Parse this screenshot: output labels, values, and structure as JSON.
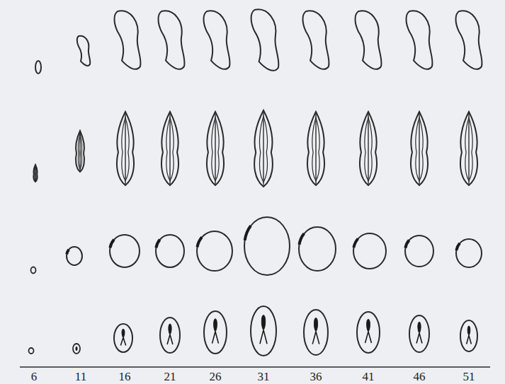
{
  "diagram": {
    "labels": [
      "6",
      "11",
      "16",
      "21",
      "26",
      "31",
      "36",
      "41",
      "46",
      "51"
    ]
  }
}
